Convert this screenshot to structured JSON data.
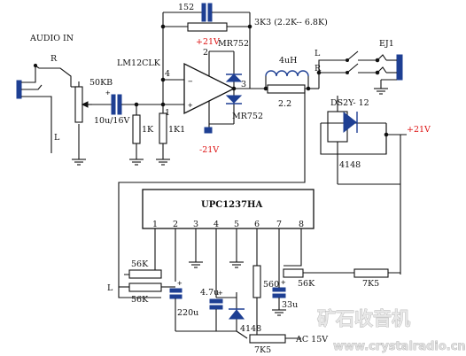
{
  "labels": {
    "audio_in": "AUDIO IN",
    "r_in": "R",
    "l_in": "L",
    "pot_50kb": "50KB",
    "cap_10u": "10u/16V",
    "r_1k": "1K",
    "r_1k1": "1K1",
    "amp_name": "LM12CLK",
    "pin_4": "4",
    "pin_1": "1",
    "pin_2": "2",
    "pin_3": "3",
    "vplus_top": "+21V",
    "vminus": "-21V",
    "diode_top": "MR752",
    "diode_bottom": "MR752",
    "cap_152": "152",
    "res_feedback": "3K3 (2.2K-- 6.8K)",
    "inductor": "4uH",
    "res_2_2": "2.2",
    "jack_name": "EJ1",
    "jack_l": "L",
    "jack_r": "R",
    "relay": "DS2Y- 12",
    "vplus_relay": "+21V",
    "diode_relay": "4148",
    "ic_name": "UPC1237HA",
    "ic_pins": [
      "1",
      "2",
      "3",
      "4",
      "5",
      "6",
      "7",
      "8"
    ],
    "r_56k_a": "56K",
    "r_56k_b": "56K",
    "r_56k_c": "56K",
    "l_bottom": "L",
    "cap_220u": "220u",
    "cap_4_7u": "4.7u",
    "diode_bottom_4148": "4148",
    "r_560": "560",
    "cap_33u": "33u",
    "r_7k5_a": "7K5",
    "r_7k5_b": "7K5",
    "ac_15v": "AC 15V",
    "watermark_url": "www.crystalradio.cn"
  },
  "colors": {
    "wire": "#111111",
    "component_blue": "#1e3f93",
    "supply_red": "#dd1111",
    "background": "#ffffff"
  }
}
